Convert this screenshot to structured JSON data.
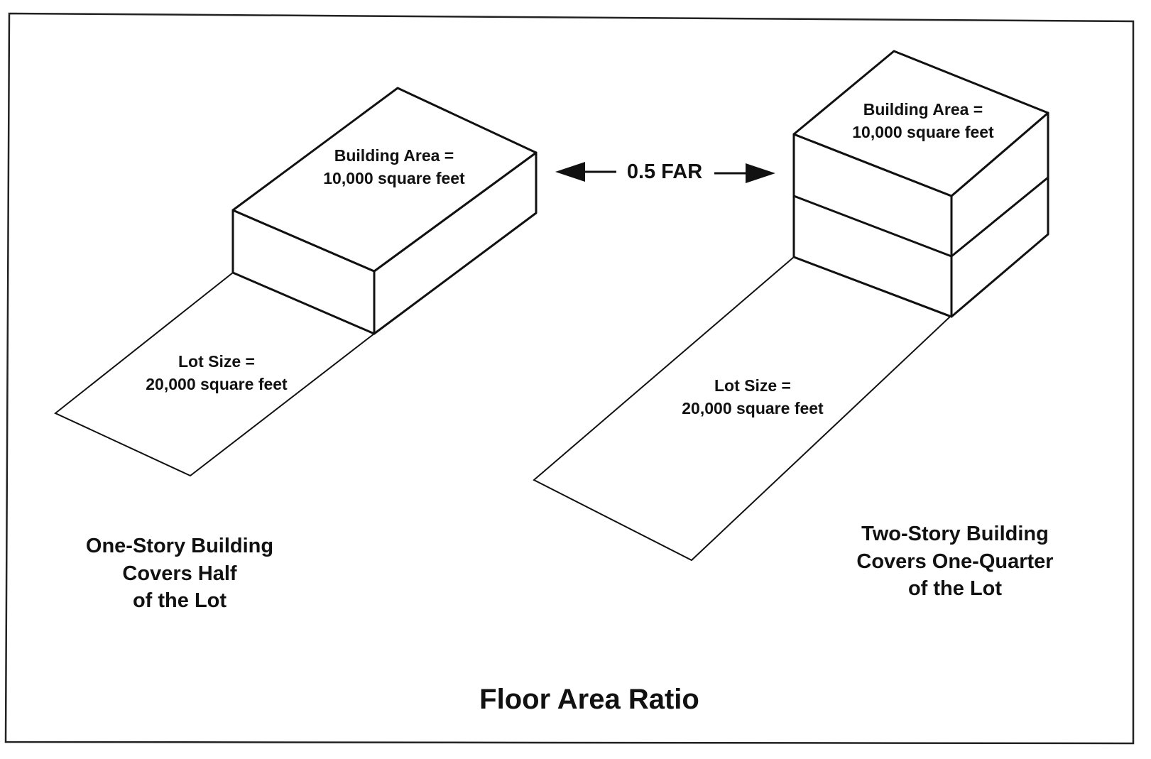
{
  "colors": {
    "ink": "#111111",
    "background": "#ffffff",
    "border": "#222222"
  },
  "left_building": {
    "roof_label": [
      "Building Area =",
      "10,000 square feet"
    ],
    "lot_label": [
      "Lot Size =",
      "20,000 square feet"
    ],
    "caption": [
      "One-Story Building",
      "Covers Half",
      "of the Lot"
    ]
  },
  "right_building": {
    "roof_label": [
      "Building Area =",
      "10,000 square feet"
    ],
    "lot_label": [
      "Lot Size =",
      "20,000 square feet"
    ],
    "caption": [
      "Two-Story Building",
      "Covers One-Quarter",
      "of the Lot"
    ]
  },
  "ratio_label": "0.5 FAR",
  "title": "Floor Area Ratio"
}
